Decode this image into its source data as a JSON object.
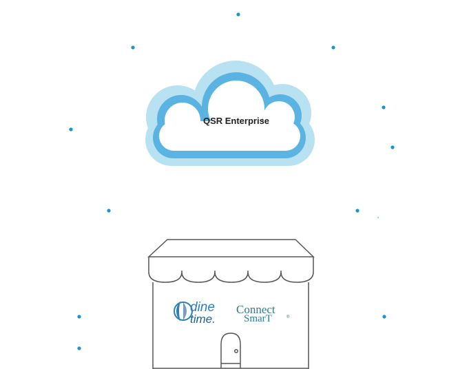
{
  "cloud": {
    "label": "QSR Enterprise"
  },
  "store": {
    "logo_dinetime": {
      "line1": "dine",
      "line2": "time."
    },
    "logo_connectsmart": {
      "line1": "Connect",
      "line2": "SmarT",
      "mark": "®"
    }
  },
  "colors": {
    "cloud_outer": "#b8e1f2",
    "cloud_inner": "#5ab3e0",
    "dot": "#1e93c9",
    "store_stroke": "#555555",
    "logo_blue": "#2d7fb8",
    "logo_teal": "#2f7d8c"
  }
}
